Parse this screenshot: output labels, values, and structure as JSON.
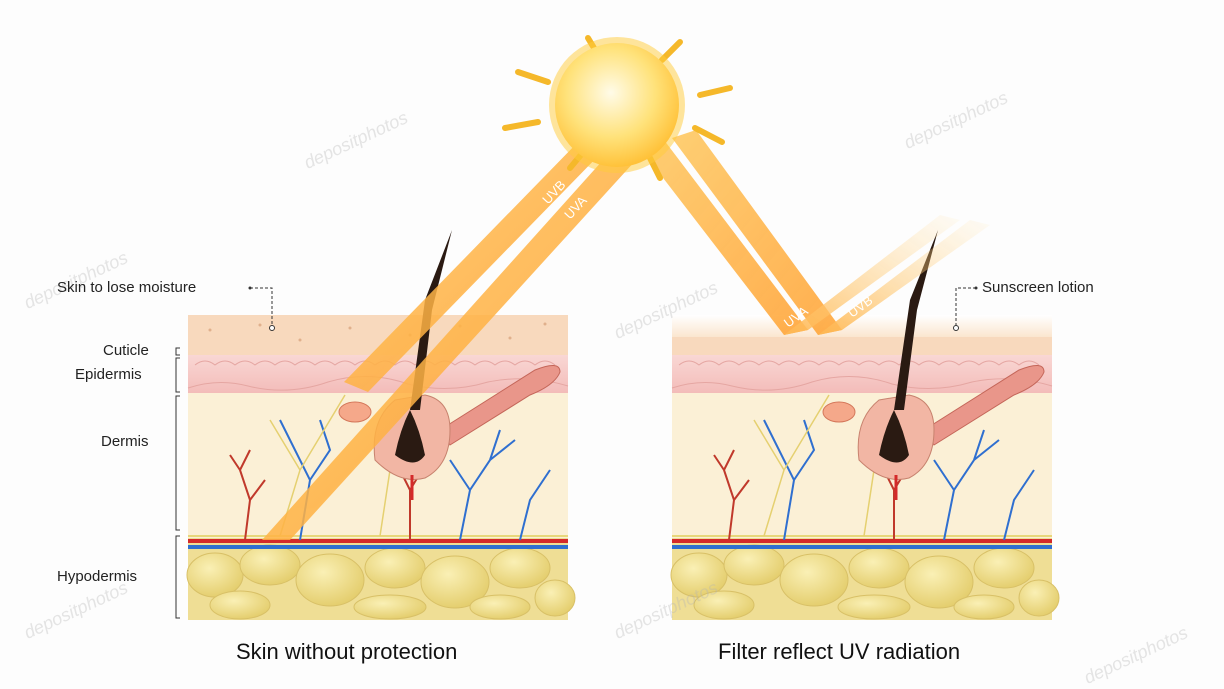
{
  "labels": {
    "skin_moisture": "Skin to lose moisture",
    "sunscreen": "Sunscreen lotion",
    "cuticle": "Cuticle",
    "epidermis": "Epidermis",
    "dermis": "Dermis",
    "hypodermis": "Hypodermis"
  },
  "rays": {
    "uvb_left": "UVB",
    "uva_left": "UVA",
    "uva_right": "UVA",
    "uvb_right": "UVB"
  },
  "captions": {
    "left": "Skin without protection",
    "right": "Filter reflect UV radiation"
  },
  "watermark": "depositphotos",
  "colors": {
    "sun": "#ffd23a",
    "ray": "#ffb040",
    "cuticle": "#f9dcc0",
    "epidermis": "#f6c8c4",
    "dermis": "#fbf0d6",
    "fat": "#f1df8a",
    "artery": "#d42a2a",
    "vein": "#2f6fd0",
    "nerve": "#e8d77a"
  }
}
